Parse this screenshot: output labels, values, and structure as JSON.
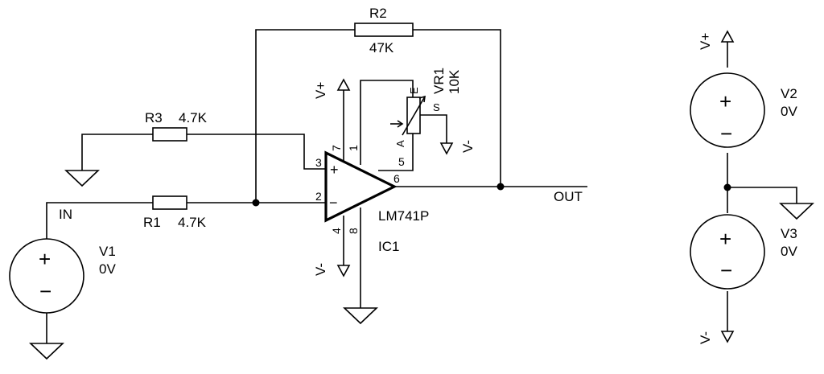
{
  "components": {
    "r1": {
      "ref": "R1",
      "value": "4.7K"
    },
    "r2": {
      "ref": "R2",
      "value": "47K"
    },
    "r3": {
      "ref": "R3",
      "value": "4.7K"
    },
    "vr1": {
      "ref": "VR1",
      "value": "10K",
      "pin_a": "A",
      "pin_e": "E",
      "pin_s": "S"
    },
    "ic1": {
      "part": "LM741P",
      "ref": "IC1",
      "pins": {
        "p1": "1",
        "p2": "2",
        "p3": "3",
        "p4": "4",
        "p5": "5",
        "p6": "6",
        "p7": "7",
        "p8": "8"
      },
      "plus_sign": "+",
      "minus_sign": "−"
    },
    "v1": {
      "ref": "V1",
      "value": "0V",
      "plus_sign": "+",
      "minus_sign": "−"
    },
    "v2": {
      "ref": "V2",
      "value": "0V",
      "plus_sign": "+",
      "minus_sign": "−"
    },
    "v3": {
      "ref": "V3",
      "value": "0V",
      "plus_sign": "+",
      "minus_sign": "−"
    }
  },
  "nets": {
    "input": "IN",
    "output": "OUT",
    "vplus": "V+",
    "vminus": "V-"
  },
  "icons": [
    "ground-icon",
    "power-arrow-icon",
    "resistor-icon",
    "potentiometer-icon",
    "opamp-icon",
    "voltage-source-icon",
    "junction-dot"
  ]
}
